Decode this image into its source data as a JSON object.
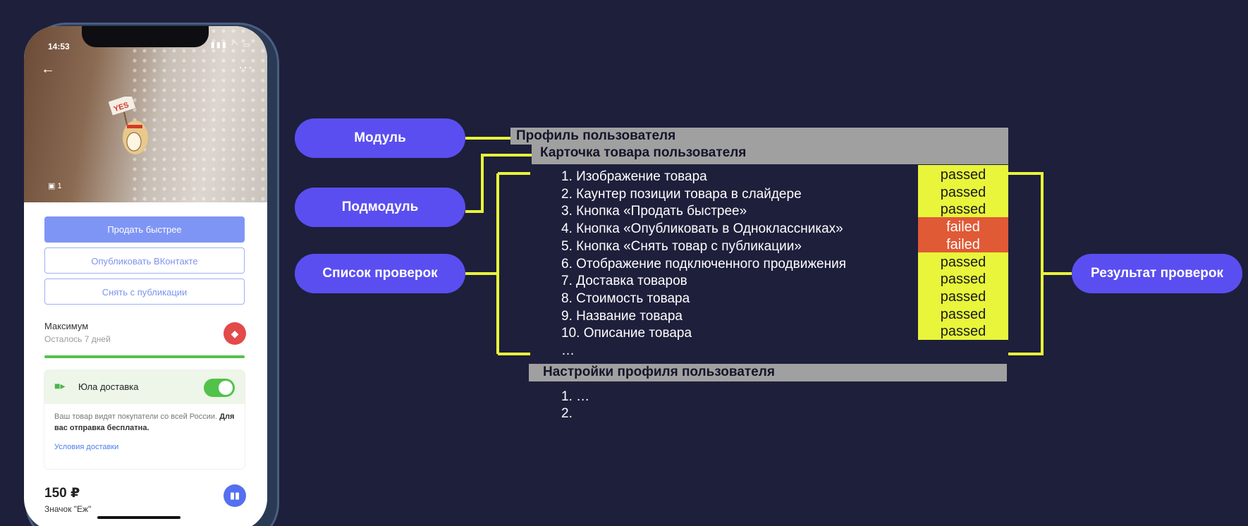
{
  "phone": {
    "status_time": "14:53",
    "photo_count": "1",
    "sticker_text": "YES",
    "buttons": {
      "sell_faster": "Продать быстрее",
      "publish_vk": "Опубликовать ВКонтакте",
      "unpublish": "Снять с публикации"
    },
    "promo": {
      "title": "Максимум",
      "subtitle": "Осталось 7 дней",
      "progress_fraction": 1.0
    },
    "delivery": {
      "title": "Юла доставка",
      "enabled": true,
      "text_plain": "Ваш товар видят покупатели со всей России. ",
      "text_bold": "Для вас отправка бесплатна.",
      "link": "Условия доставки"
    },
    "price": "150 ₽",
    "item_name": "Значок \"Еж\""
  },
  "diagram": {
    "labels": {
      "module": "Модуль",
      "submodule": "Подмодуль",
      "checklist": "Список проверок",
      "results": "Результат проверок"
    },
    "profile_bar": "Профиль пользователя",
    "card_bar": "Карточка товара пользователя",
    "checks": [
      "1.   Изображение товара",
      "2.   Каунтер позиции товара в слайдере",
      "3.   Кнопка «Продать быстрее»",
      "4.   Кнопка «Опубликовать в Одноклассниках»",
      "5.   Кнопка «Снять товар с публикации»",
      "6.   Отображение подключенного продвижения",
      "7.   Доставка товаров",
      "8.   Стоимость товара",
      "9.   Название товара",
      "10. Описание товара",
      "…"
    ],
    "results": [
      "passed",
      "passed",
      "passed",
      "failed",
      "failed",
      "passed",
      "passed",
      "passed",
      "passed",
      "passed"
    ],
    "settings_bar": "Настройки профиля пользователя",
    "settings_items": [
      "1.   …",
      "2."
    ],
    "colors": {
      "background": "#1e1f3b",
      "pill": "#5a4ef0",
      "connector": "#e8f53a",
      "passed": "#e8f53a",
      "failed": "#e05a36",
      "bar": "#a0a0a0"
    }
  }
}
